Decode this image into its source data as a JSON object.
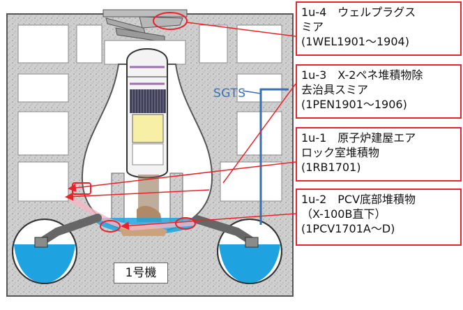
{
  "unit_label": "1号機",
  "sgts_label": "SGTS",
  "callouts": [
    {
      "id": "1u-4",
      "text": "1u-4　ウェルプラグス\nミア\n(1WEL1901～1904)"
    },
    {
      "id": "1u-3",
      "text": "1u-3　X-2ペネ堆積物除\n去治具スミア\n(1PEN1901～1906)"
    },
    {
      "id": "1u-1",
      "text": "1u-1　原子炉建屋エア\nロック室堆積物\n(1RB1701)"
    },
    {
      "id": "1u-2",
      "text": "1u-2　PCV底部堆積物\n（X-100B直下）\n(1PCV1701A～D)"
    }
  ],
  "colors": {
    "callout_border": "#e8232a",
    "sgts_line": "#3a6fb5",
    "water": "#1fa3e0",
    "concrete": "#c9c9c9"
  }
}
